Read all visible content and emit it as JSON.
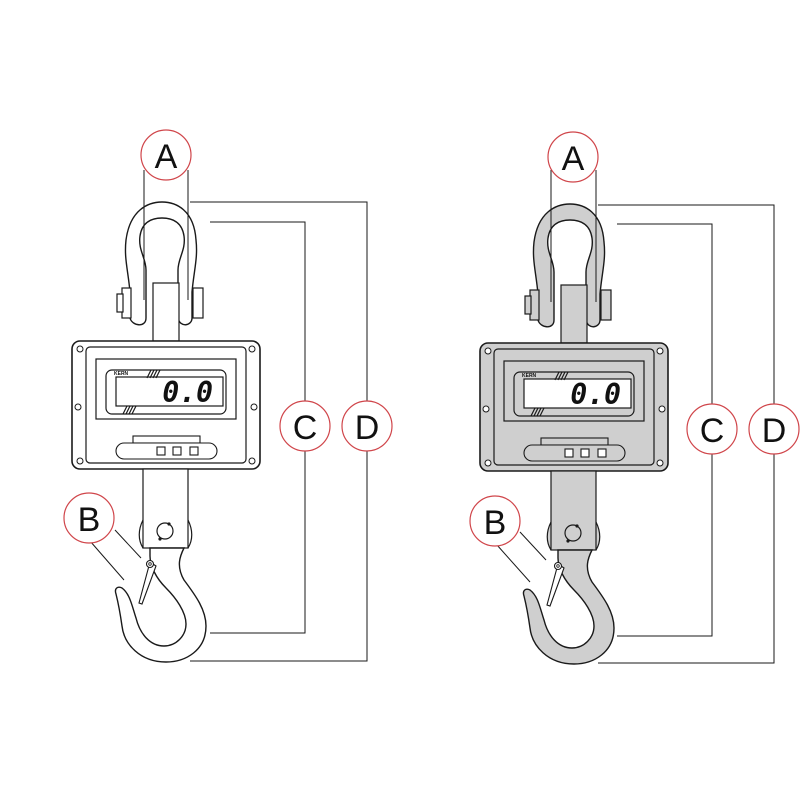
{
  "figure": {
    "description": "Crane scale dimension diagram, two variants (outline and grey-filled)",
    "colors": {
      "stroke": "#1a1a1a",
      "label_circle": "#d0464b",
      "variant_left_fill": "#ffffff",
      "variant_right_fill": "#cfcfcf"
    }
  },
  "variants": [
    {
      "name": "outline",
      "display_value": "0.0",
      "brand": "KERN",
      "labels": {
        "a": "A",
        "b": "B",
        "c": "C",
        "d": "D"
      }
    },
    {
      "name": "filled",
      "display_value": "0.0",
      "brand": "KERN",
      "labels": {
        "a": "A",
        "b": "B",
        "c": "C",
        "d": "D"
      }
    }
  ]
}
